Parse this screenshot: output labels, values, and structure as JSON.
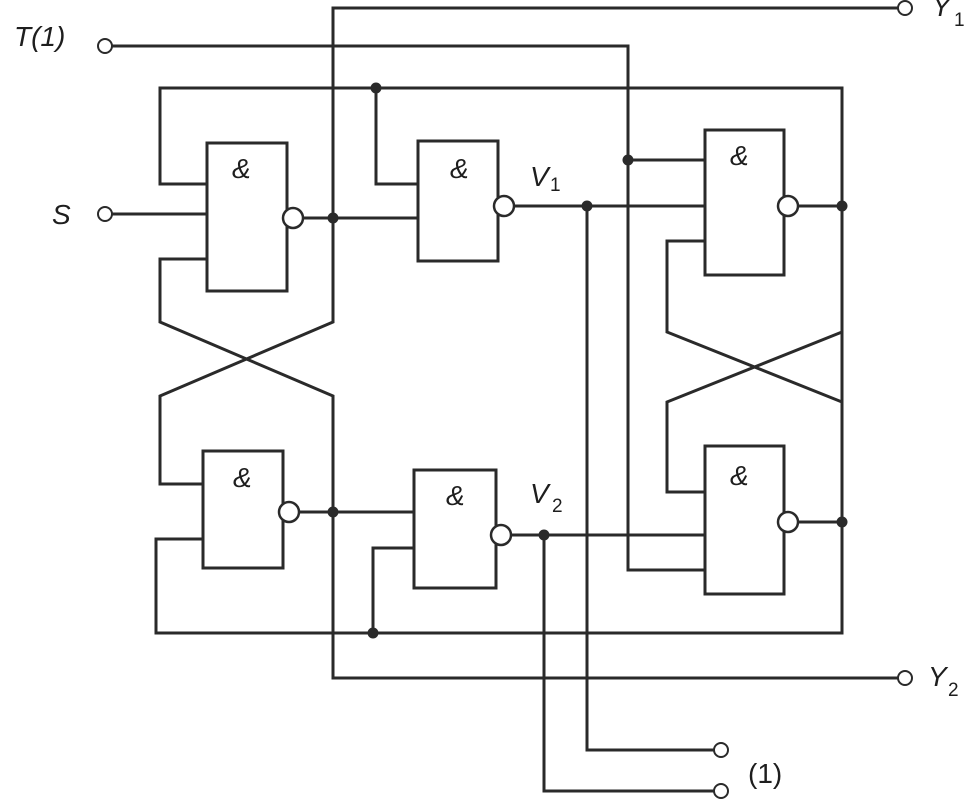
{
  "gate_symbol": "&",
  "labels": {
    "t_input": "T(1)",
    "s_input": "S",
    "v1_main": "V",
    "v1_sub": "1",
    "v2_main": "V",
    "v2_sub": "2",
    "y1_main": "Y",
    "y1_sub": "1",
    "y2_main": "Y",
    "y2_sub": "2",
    "const_input": "(1)"
  },
  "colors": {
    "line": "#2a2a2a",
    "background": "#ffffff",
    "text": "#1e1e1e"
  }
}
